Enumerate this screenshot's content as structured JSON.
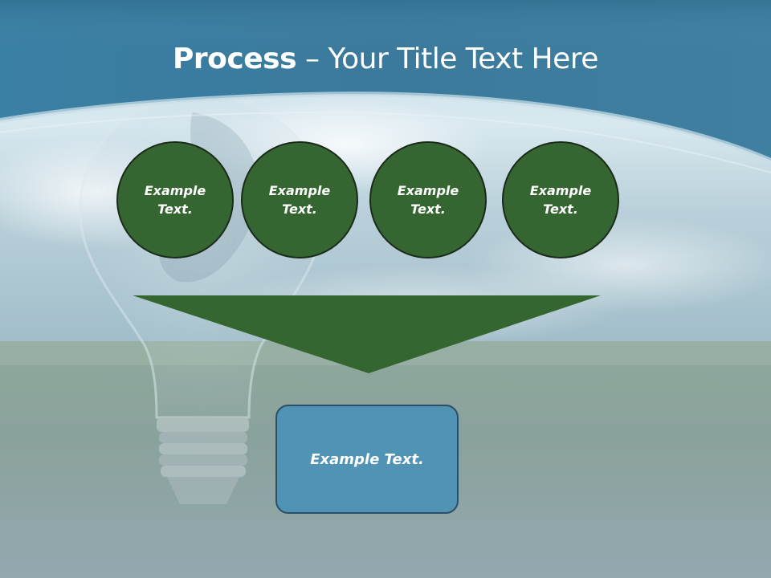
{
  "slide": {
    "title_strong": "Process",
    "title_rest": " – Your Title Text Here"
  },
  "circles": [
    {
      "label": "Example Text."
    },
    {
      "label": "Example Text."
    },
    {
      "label": "Example Text."
    },
    {
      "label": "Example Text."
    }
  ],
  "result": {
    "label": "Example Text."
  },
  "colors": {
    "circle_fill": "#356631",
    "arrow_fill": "#356631",
    "result_fill": "#5193b4",
    "header_blue": "#3d7da0"
  }
}
